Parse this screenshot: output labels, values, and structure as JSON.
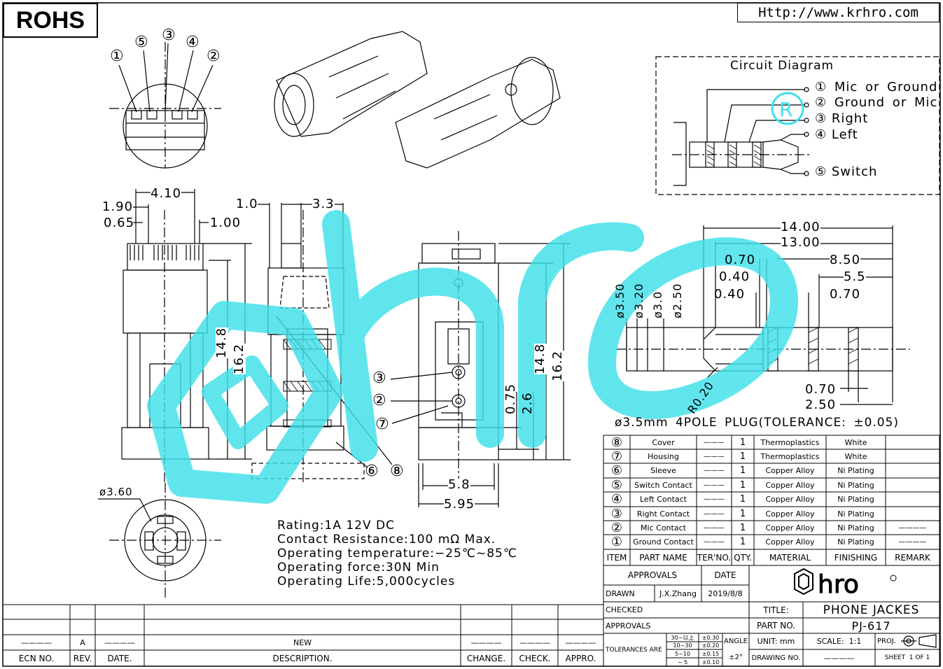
{
  "header": {
    "rohs": "ROHS",
    "website": "Http://www.krhro.com"
  },
  "circuit": {
    "title": "Circuit Diagram",
    "pins": [
      {
        "num": "①",
        "label": "Mic or Ground"
      },
      {
        "num": "②",
        "label": "Ground or Mic"
      },
      {
        "num": "③",
        "label": "Right"
      },
      {
        "num": "④",
        "label": "Left"
      },
      {
        "num": "⑤",
        "label": "Switch"
      }
    ]
  },
  "pin_callouts_top": [
    "①",
    "⑤",
    "③",
    "④",
    "②"
  ],
  "dimensions": {
    "front": [
      "4.10",
      "1.90",
      "0.65",
      "1.00",
      "14.8",
      "16.2"
    ],
    "side": [
      "1.0",
      "3.3"
    ],
    "rear": [
      "14.8",
      "16.2",
      "0.75",
      "2.6",
      "5.8",
      "5.95"
    ],
    "rear_callouts": [
      "③",
      "②",
      "⑦"
    ],
    "side_callouts": [
      "⑥",
      "⑧"
    ],
    "bottom": "ø3.60",
    "plug": [
      "14.00",
      "13.00",
      "0.70",
      "8.50",
      "0.40",
      "5.5",
      "0.40",
      "0.70",
      "ø3.50",
      "ø3.20",
      "ø3.0",
      "ø2.50",
      "R0.20",
      "0.70",
      "2.50"
    ],
    "plug_caption": "ø3.5mm 4POLE PLUG(TOLERANCE: ±0.05)"
  },
  "specs": [
    "Rating:1A 12V DC",
    "Contact Resistance:100 mΩ Max.",
    "Operating temperature:−25℃~85℃",
    "Operating force:30N Min",
    "Operating Life:5,000cycles"
  ],
  "bom": {
    "headers": [
      "ITEM",
      "PART NAME",
      "TER'NO.",
      "QTY.",
      "MATERIAL",
      "FINISHING",
      "REMARK"
    ],
    "rows": [
      {
        "item": "⑧",
        "name": "Cover",
        "ter": "———",
        "qty": "1",
        "material": "Thermoplastics",
        "finishing": "White",
        "remark": ""
      },
      {
        "item": "⑦",
        "name": "Housing",
        "ter": "———",
        "qty": "1",
        "material": "Thermoplastics",
        "finishing": "White",
        "remark": ""
      },
      {
        "item": "⑥",
        "name": "Sleeve",
        "ter": "———",
        "qty": "1",
        "material": "Copper Alloy",
        "finishing": "Ni Plating",
        "remark": ""
      },
      {
        "item": "⑤",
        "name": "Switch Contact",
        "ter": "———",
        "qty": "1",
        "material": "Copper Alloy",
        "finishing": "Ni Plating",
        "remark": ""
      },
      {
        "item": "④",
        "name": "Left Contact",
        "ter": "———",
        "qty": "1",
        "material": "Copper Alloy",
        "finishing": "Ni Plating",
        "remark": ""
      },
      {
        "item": "③",
        "name": "Right Contact",
        "ter": "———",
        "qty": "1",
        "material": "Copper Alloy",
        "finishing": "Ni Plating",
        "remark": ""
      },
      {
        "item": "②",
        "name": "Mic Contact",
        "ter": "———",
        "qty": "1",
        "material": "Copper Alloy",
        "finishing": "Ni Plating",
        "remark": "————"
      },
      {
        "item": "①",
        "name": "Ground Contact",
        "ter": "———",
        "qty": "1",
        "material": "Copper Alloy",
        "finishing": "Ni Plating",
        "remark": "————"
      }
    ]
  },
  "title_block": {
    "approvals_label": "APPROVALS",
    "date_label": "DATE",
    "drawn_label": "DRAWN",
    "drawn_by": "J.X.Zhang",
    "drawn_date": "2019/8/8",
    "checked_label": "CHECKED",
    "approvals2_label": "APPROVALS",
    "logo": "hro",
    "title_label": "TITLE:",
    "title": "PHONE JACKES",
    "part_label": "PART NO.",
    "part_no": "PJ-617",
    "tolerances_label": "TOLERANCES ARE",
    "tol_ranges": [
      "30~以上",
      "10~30",
      "5~10",
      "~ 5"
    ],
    "tol_values": [
      "±0.30",
      "±0.20",
      "±0.15",
      "±0.10"
    ],
    "angle_label": "ANGLE",
    "angle_value": "±2°",
    "unit": "UNIT: mm",
    "scale": "SCALE:  1:1",
    "proj": "PROJ.",
    "drawing_no_label": "DRAWING NO.",
    "drawing_no": "————",
    "sheet": "SHEET  1 OF 1"
  },
  "revision": {
    "headers": [
      "ECN NO.",
      "REV.",
      "DATE.",
      "DESCRIPTION.",
      "CHANGE.",
      "CHECK.",
      "APPRO."
    ],
    "row": {
      "ecn": "————",
      "rev": "A",
      "date": "————",
      "desc": "NEW",
      "change": "————",
      "check": "————",
      "appro": "————"
    }
  },
  "colors": {
    "watermark": "#3fe0ea",
    "line": "#000000"
  }
}
